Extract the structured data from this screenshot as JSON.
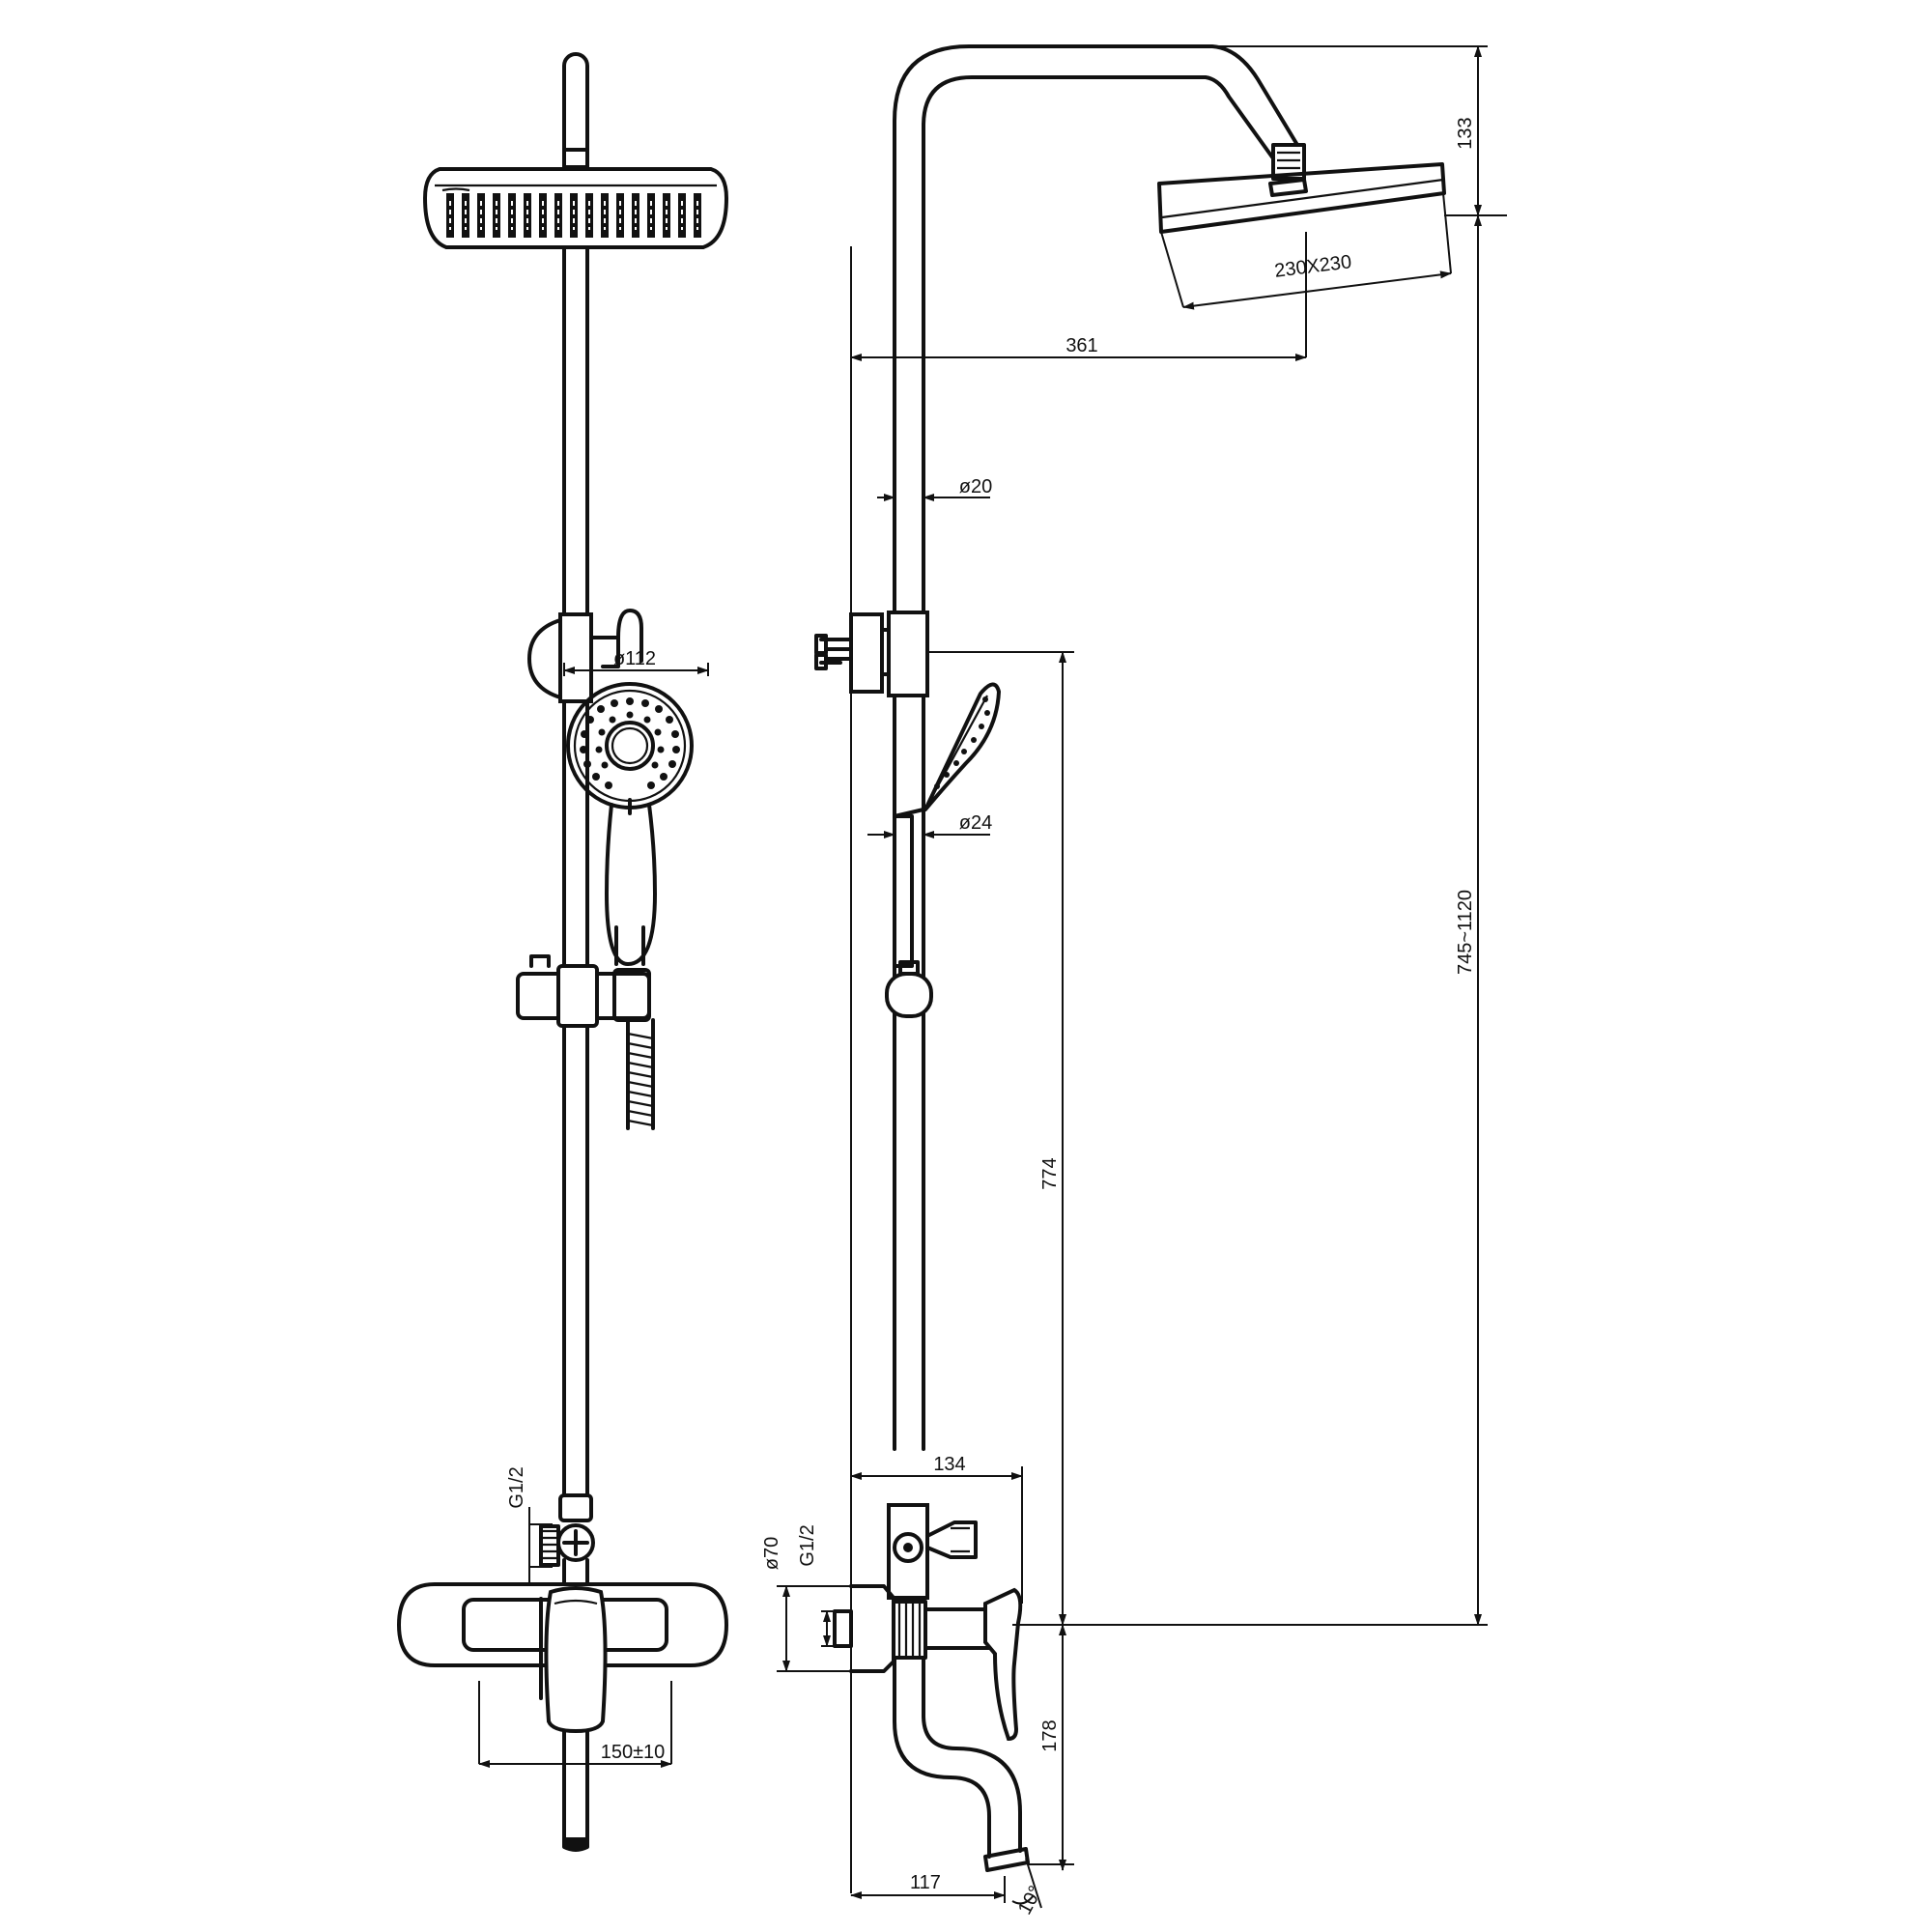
{
  "dimensions": {
    "handshower_diameter": "ø112",
    "mixer_centers": "150±10",
    "mixer_inlet_left": "G1/2",
    "arm_projection": "361",
    "head_size": "230X230",
    "head_drop": "133",
    "height_range": "745~1120",
    "pipe_diameter": "ø20",
    "hose_diameter": "ø24",
    "bracket_height": "774",
    "spout_outlet_offset": "134",
    "flange_diameter": "ø70",
    "mixer_inlet_side": "G1/2",
    "spout_height": "178",
    "spout_reach": "117",
    "spout_angle": "10°"
  },
  "colors": {
    "line": "#111111",
    "background": "#ffffff"
  }
}
